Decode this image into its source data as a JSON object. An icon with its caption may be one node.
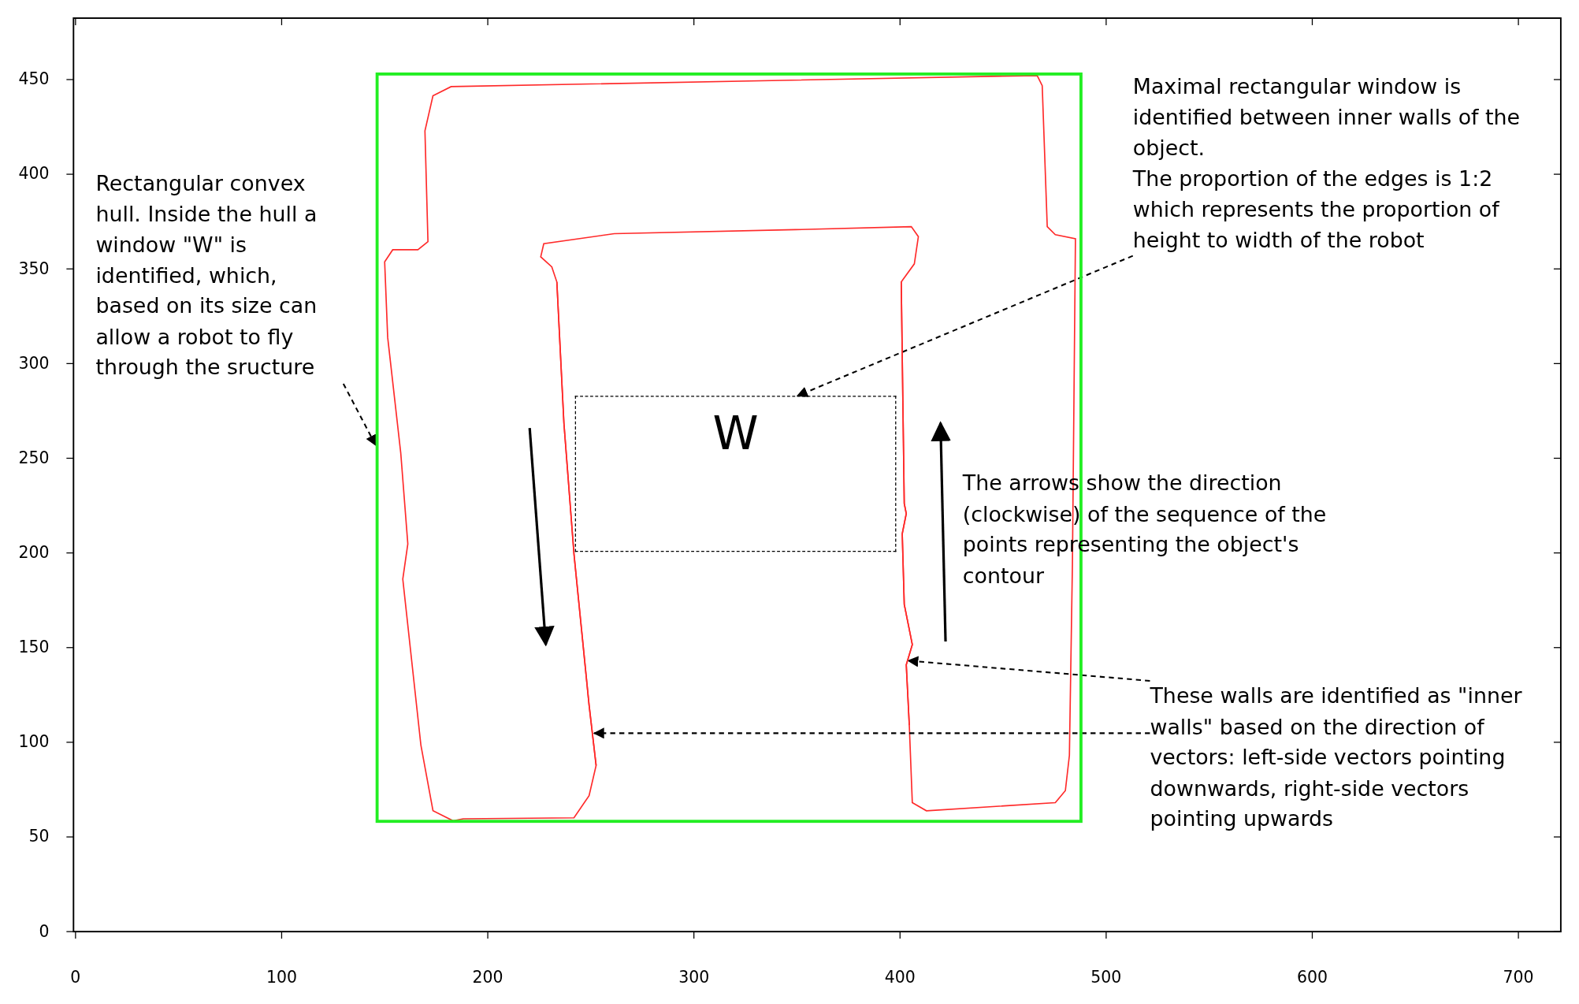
{
  "diagram": {
    "nodes": [
      {
        "text": [
          "Rectangular convex hull. Inside the hull a window \"W\" is identified, which, based on its size can allow a robot to fly through the sructure"
        ]
      },
      {
        "text": [],
        "shape": "box"
      },
      {
        "text": [
          "Maximal rectangular window is identified between inner walls of the object.",
          "The proportion of the edges is 1:2 which represents the proportion of height to width of the robot"
        ]
      },
      {
        "text": [
          "W"
        ],
        "in": 1
      },
      {
        "text": [
          "The arrows show the direction (clockwise) of the sequence of the points representing the object's contour"
        ]
      },
      {
        "text": [
          "These walls are identified as \"inner walls\" based on the direction of vectors: left-side vectors pointing downwards, right-side vectors pointing upwards"
        ]
      },
      {
        "text": [],
        "shape": "line",
        "in": 1
      },
      {
        "text": [],
        "shape": "line",
        "in": 1
      }
    ],
    "edges": [
      {
        "from": 0,
        "to": 1,
        "arrow": "to",
        "style": "dashed"
      },
      {
        "from": 2,
        "to": 3,
        "arrow": "to",
        "style": "dashed"
      },
      {
        "from": 5,
        "to": 6,
        "arrow": "to",
        "style": "dashed"
      },
      {
        "from": 5,
        "to": 7,
        "arrow": "to",
        "style": "dashed"
      }
    ],
    "labels": [
      "450",
      "400",
      "350",
      "300",
      "250",
      "200",
      "150",
      "100",
      "50",
      "0",
      "0",
      "100",
      "200",
      "300",
      "400",
      "500",
      "600",
      "700"
    ]
  }
}
